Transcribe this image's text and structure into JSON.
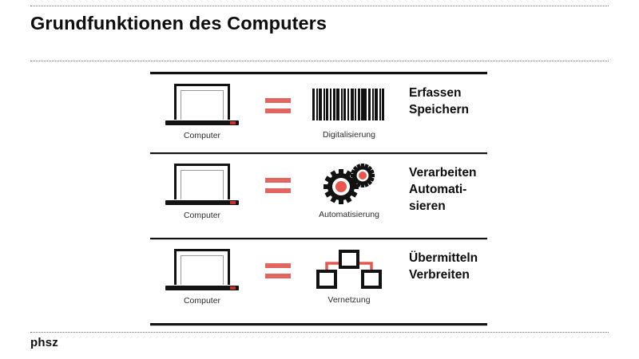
{
  "slide": {
    "title": "Grundfunktionen des Computers",
    "footer_brand": "phsz"
  },
  "diagram": {
    "rows": [
      {
        "left_caption": "Computer",
        "left_icon": "laptop-icon",
        "operator": "equals-sign",
        "right_caption": "Digitalisierung",
        "right_icon": "barcode-icon",
        "result_line1": "Erfassen",
        "result_line2": "Speichern",
        "result_line3": ""
      },
      {
        "left_caption": "Computer",
        "left_icon": "laptop-icon",
        "operator": "equals-sign",
        "right_caption": "Automatisierung",
        "right_icon": "gears-icon",
        "result_line1": "Verarbeiten",
        "result_line2": "Automati-",
        "result_line3": "sieren"
      },
      {
        "left_caption": "Computer",
        "left_icon": "laptop-icon",
        "operator": "equals-sign",
        "right_caption": "Vernetzung",
        "right_icon": "network-icon",
        "result_line1": "Übermitteln",
        "result_line2": "Verbreiten",
        "result_line3": ""
      }
    ]
  },
  "colors": {
    "accent_red": "#e2655f",
    "icon_red": "#e8564e",
    "ink": "#111111",
    "rule_gray": "#6f6f6f"
  },
  "barcode_widths": [
    3,
    2,
    4,
    2,
    3,
    2,
    3,
    4,
    2,
    3,
    2,
    4,
    2,
    3,
    7,
    3,
    2,
    4,
    2,
    3
  ]
}
